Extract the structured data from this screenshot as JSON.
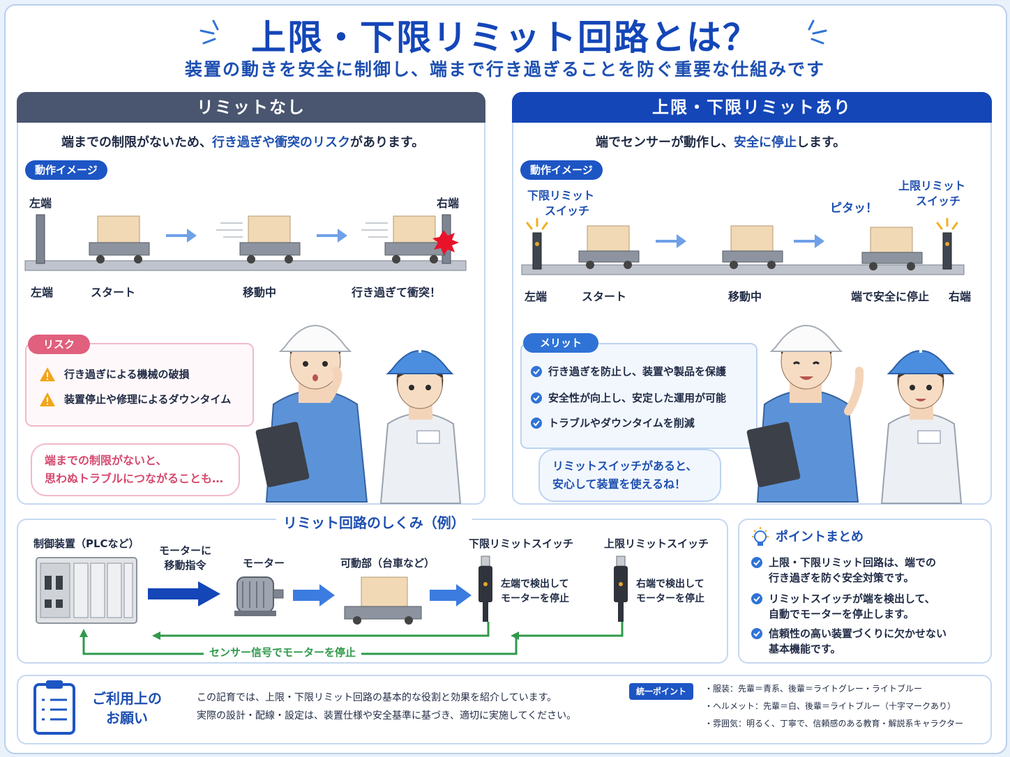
{
  "header": {
    "title": "上限・下限リミット回路とは？",
    "subtitle": "装置の動きを安全に制御し、端まで行き過ぎることを防ぐ重要な仕組みです"
  },
  "left_panel": {
    "heading": "リミットなし",
    "lead_a": "端までの制限がないため、",
    "lead_hl": "行き過ぎや衝突のリスク",
    "lead_b": "があります。",
    "image_pill": "動作イメージ",
    "top_left": "左端",
    "top_right": "右端",
    "step_labels": [
      "左端",
      "スタート",
      "移動中",
      "行き過ぎて衝突！"
    ],
    "risk_pill": "リスク",
    "risks": [
      "行き過ぎによる機械の破損",
      "装置停止や修理によるダウンタイム"
    ],
    "bubble": [
      "端までの制限がないと、",
      "思わぬトラブルにつながることも…"
    ]
  },
  "right_panel": {
    "heading": "上限・下限リミットあり",
    "lead_a": "端でセンサーが動作し、",
    "lead_hl": "安全に停止",
    "lead_b": "します。",
    "image_pill": "動作イメージ",
    "lower_switch": [
      "下限リミット",
      "スイッチ"
    ],
    "upper_switch": [
      "上限リミット",
      "スイッチ"
    ],
    "pita": "ピタッ！",
    "step_labels": [
      "左端",
      "スタート",
      "移動中",
      "端で安全に停止",
      "右端"
    ],
    "merit_pill": "メリット",
    "merits": [
      "行き過ぎを防止し、装置や製品を保護",
      "安全性が向上し、安定した運用が可能",
      "トラブルやダウンタイムを削減"
    ],
    "bubble": [
      "リミットスイッチがあると、",
      "安心して装置を使えるね！"
    ]
  },
  "mechanism": {
    "title": "リミット回路のしくみ（例）",
    "controller": "制御装置（PLCなど）",
    "command": [
      "モーターに",
      "移動指令"
    ],
    "motor": "モーター",
    "moving_part": "可動部（台車など）",
    "lower_switch": "下限リミットスイッチ",
    "lower_desc": [
      "左端で検出して",
      "モーターを停止"
    ],
    "upper_switch": "上限リミットスイッチ",
    "upper_desc": [
      "右端で検出して",
      "モーターを停止"
    ],
    "feedback": "センサー信号でモーターを停止"
  },
  "points": {
    "title": "ポイントまとめ",
    "items": [
      [
        "上限・下限リミット回路は、端での",
        "行き過ぎを防ぐ安全対策です。"
      ],
      [
        "リミットスイッチが端を検出して、",
        "自動でモーターを停止します。"
      ],
      [
        "信頼性の高い装置づくりに欠かせない",
        "基本機能です。"
      ]
    ]
  },
  "footer": {
    "title": [
      "ご利用上の",
      "お願い"
    ],
    "text": [
      "この記育では、上限・下限リミット回路の基本的な役割と効果を紹介しています。",
      "実際の設計・配線・設定は、装置仕様や安全基準に基づき、適切に実施してください。"
    ],
    "unify_pill": "統一ポイント",
    "unify_items": [
      "・服装：先輩＝青系、後輩＝ライトグレー・ライトブルー",
      "・ヘルメット：先輩＝白、後輩＝ライトブルー（十字マークあり）",
      "・雰囲気：明るく、丁寧で、信頼感のある教育・解説系キャラクター"
    ]
  },
  "colors": {
    "primary": "#1446b8",
    "left_head": "#4a5670",
    "risk": "#e0607e",
    "merit": "#2f73d6",
    "green": "#2f9a4a"
  }
}
